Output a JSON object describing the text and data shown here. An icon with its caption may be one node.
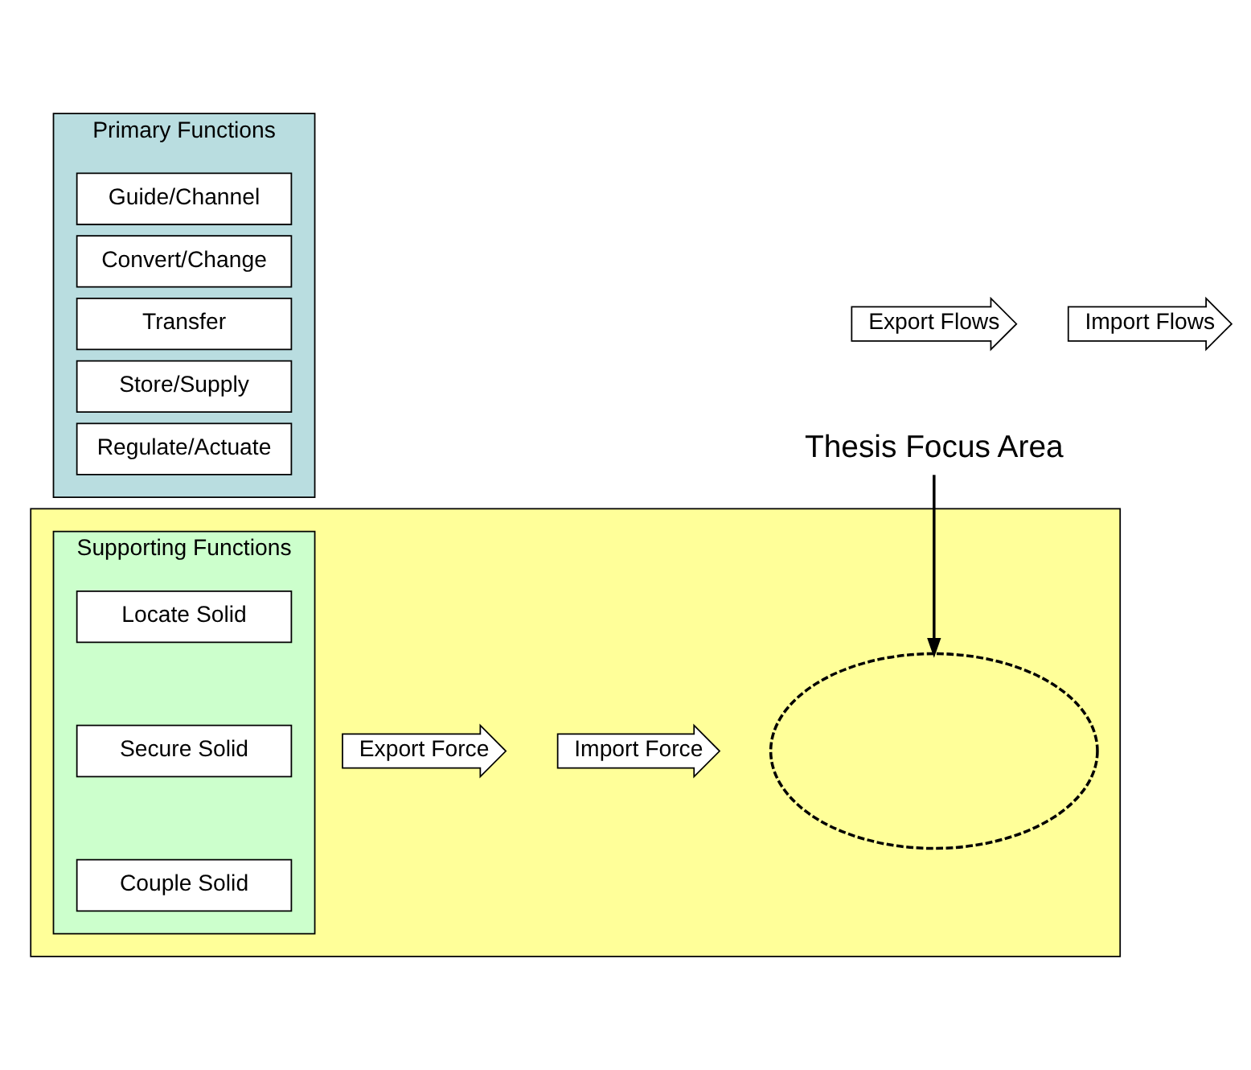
{
  "diagram": {
    "nodes": [
      {
        "text": [
          "Primary Functions"
        ]
      },
      {
        "text": [
          "Guide/Channel"
        ],
        "in": 0
      },
      {
        "text": [
          "Convert/Change"
        ],
        "in": 0
      },
      {
        "text": [
          "Transfer"
        ],
        "in": 0
      },
      {
        "text": [
          "Store/Supply"
        ],
        "in": 0
      },
      {
        "text": [
          "Regulate/Actuate"
        ],
        "in": 0
      },
      {
        "text": [
          "Import Flows"
        ]
      },
      {
        "text": [
          "Export Flows"
        ]
      },
      {
        "text": [],
        "shape": "box"
      },
      {
        "text": [
          "Supporting Functions"
        ],
        "in": 8
      },
      {
        "text": [
          "Locate Solid"
        ],
        "in": 9
      },
      {
        "text": [
          "Secure Solid"
        ],
        "in": 9
      },
      {
        "text": [
          "Couple Solid"
        ],
        "in": 9
      },
      {
        "text": [
          "Import Force"
        ],
        "in": 8
      },
      {
        "text": [
          "Export Force"
        ],
        "in": 8
      },
      {
        "text": [],
        "shape": "ellipse",
        "in": 8
      },
      {
        "text": [
          "Thesis Focus Area"
        ]
      }
    ],
    "edges": [
      {
        "from": 16,
        "to": 15,
        "arrow": "to"
      }
    ]
  }
}
